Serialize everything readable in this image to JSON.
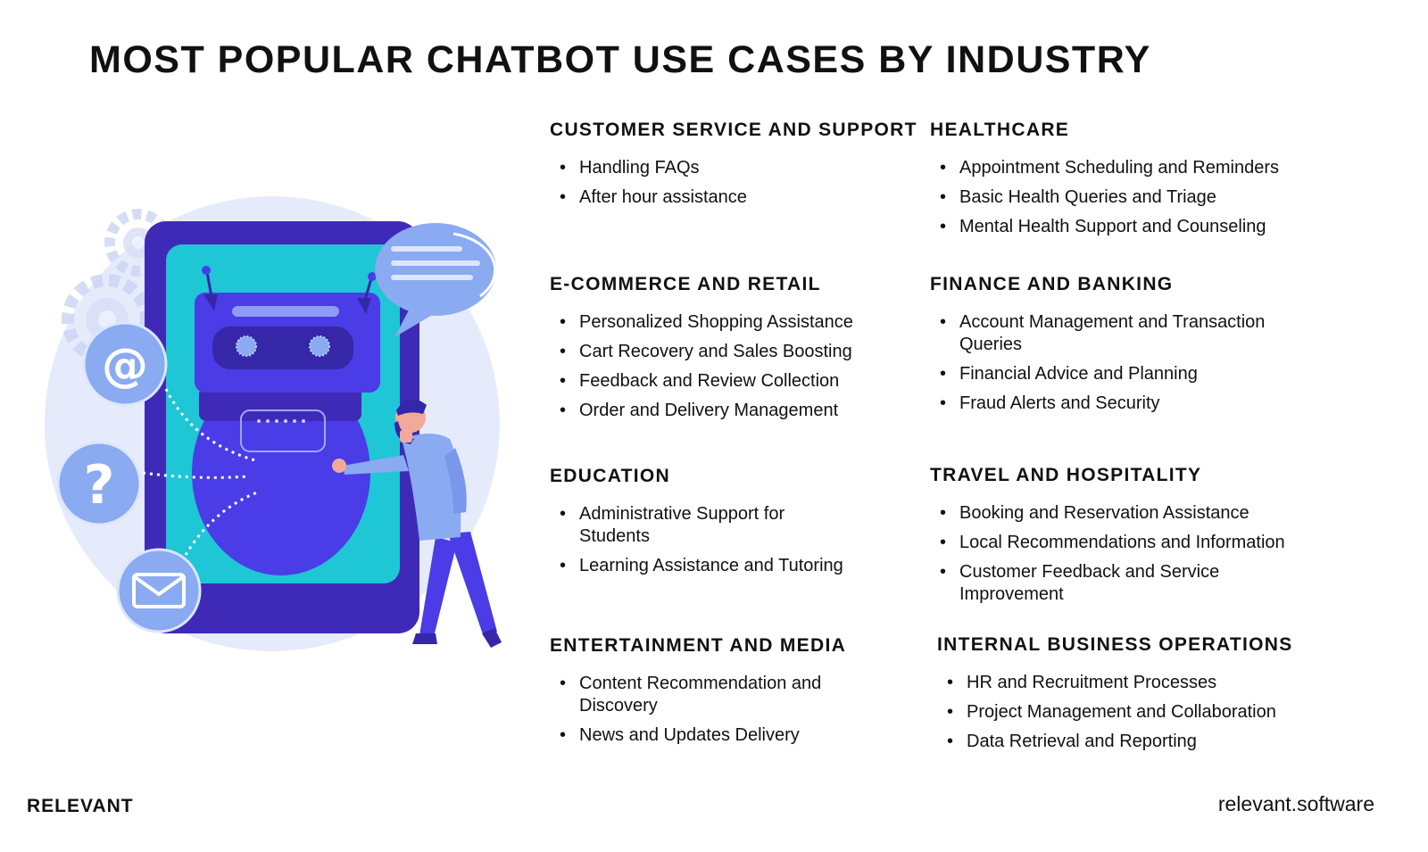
{
  "title": "MOST POPULAR CHATBOT USE CASES BY INDUSTRY",
  "sections": [
    {
      "heading": "CUSTOMER SERVICE AND SUPPORT",
      "items": [
        "Handling FAQs",
        "After hour assistance"
      ]
    },
    {
      "heading": "HEALTHCARE",
      "items": [
        "Appointment Scheduling and Reminders",
        "Basic Health Queries and Triage",
        "Mental Health Support and Counseling"
      ]
    },
    {
      "heading": "E-COMMERCE AND RETAIL",
      "items": [
        "Personalized Shopping Assistance",
        "Cart Recovery and Sales Boosting",
        "Feedback and Review Collection",
        "Order and Delivery Management"
      ]
    },
    {
      "heading": "FINANCE AND BANKING",
      "items": [
        "Account Management and Transaction Queries",
        "Financial Advice and Planning",
        "Fraud Alerts and Security"
      ]
    },
    {
      "heading": "EDUCATION",
      "items": [
        "Administrative Support for Students",
        "Learning Assistance and Tutoring"
      ]
    },
    {
      "heading": "TRAVEL AND HOSPITALITY",
      "items": [
        "Booking and Reservation Assistance",
        "Local Recommendations and Information",
        "Customer Feedback and Service Improvement"
      ]
    },
    {
      "heading": "ENTERTAINMENT AND MEDIA",
      "items": [
        "Content Recommendation and Discovery",
        "News and Updates Delivery"
      ]
    },
    {
      "heading": "INTERNAL BUSINESS OPERATIONS",
      "items": [
        "HR and Recruitment Processes",
        "Project Management and Collaboration",
        "Data Retrieval and Reporting"
      ]
    }
  ],
  "icons": {
    "at": "at-sign-icon",
    "question": "question-mark-icon",
    "mail": "envelope-icon",
    "gear": "gear-icon",
    "speech": "speech-bubble-icon"
  },
  "colors": {
    "phone_frame": "#3f2ab8",
    "screen": "#1fc6d6",
    "robot": "#4a3ce6",
    "icon_circle": "#8aaaf2",
    "halo": "#e6ebfb",
    "text": "#111111"
  },
  "brand_left": "RELEVANT",
  "brand_right": "relevant.software"
}
